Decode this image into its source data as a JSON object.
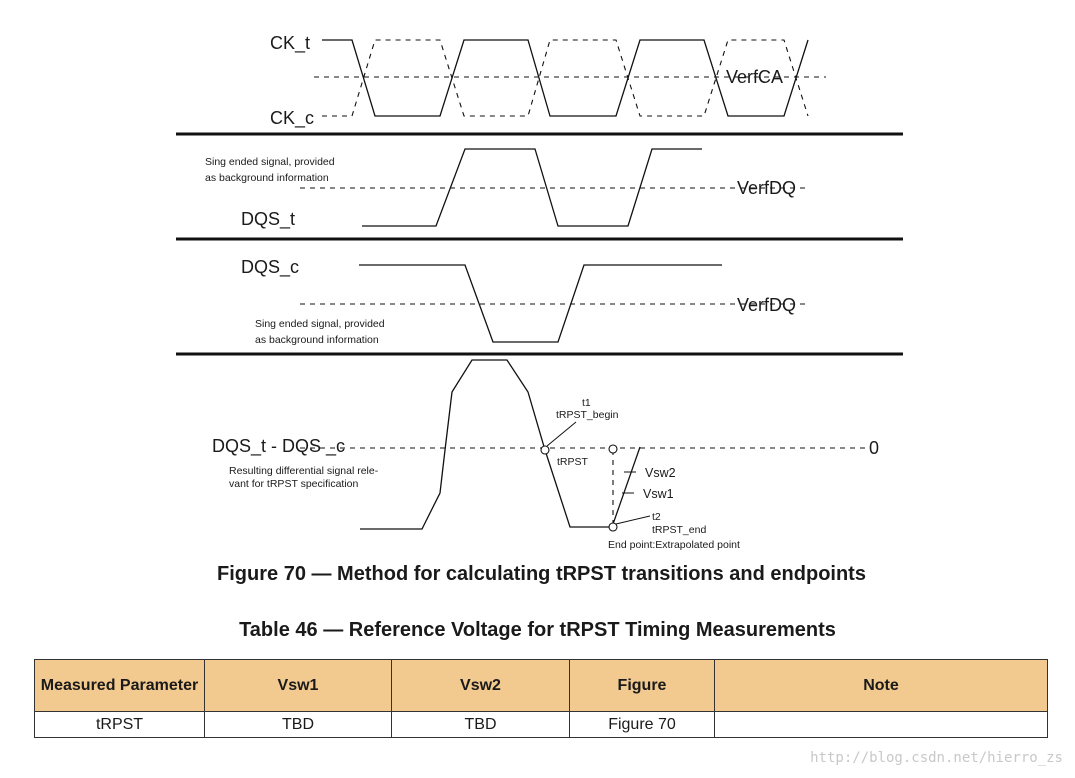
{
  "diagram": {
    "ck_t_label": "CK_t",
    "ck_c_label": "CK_c",
    "verf_ca": "VerfCA",
    "dqs_t_note_line1": "Sing ended signal, provided",
    "dqs_t_note_line2": "as background information",
    "verf_dq_1": "VerfDQ",
    "dqs_t_label": "DQS_t",
    "dqs_c_label": "DQS_c",
    "verf_dq_2": "VerfDQ",
    "dqs_c_note_line1": "Sing ended signal, provided",
    "dqs_c_note_line2": "as background information",
    "diff_label": "DQS_t - DQS _c",
    "zero_label": "0",
    "diff_note_line1": "Resulting differential signal rele-",
    "diff_note_line2": "vant for tRPST specification",
    "t1_label": "t1",
    "t1_name": "tRPST_begin",
    "trpst_label": "tRPST",
    "vsw2_label": "Vsw2",
    "vsw1_label": "Vsw1",
    "t2_label": "t2",
    "t2_name": "tRPST_end",
    "end_point_label": "End point:Extrapolated point"
  },
  "figure_caption": "Figure 70 — Method for calculating tRPST transitions and endpoints",
  "table_caption": "Table 46 — Reference Voltage for tRPST Timing Measurements",
  "table": {
    "headers": [
      "Measured Parameter",
      "Vsw1",
      "Vsw2",
      "Figure",
      "Note"
    ],
    "rows": [
      [
        "tRPST",
        "TBD",
        "TBD",
        "Figure 70",
        ""
      ]
    ]
  },
  "watermark": "http://blog.csdn.net/hierro_zs"
}
